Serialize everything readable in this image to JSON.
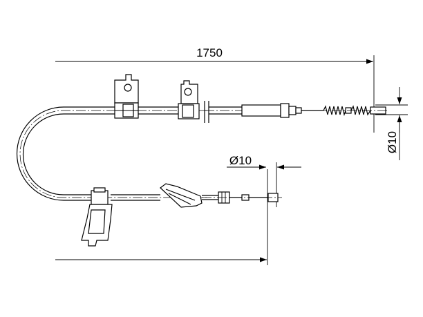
{
  "dimensions": {
    "overall_length": "1750",
    "diameter_left": "Ø10",
    "diameter_right": "Ø10"
  }
}
